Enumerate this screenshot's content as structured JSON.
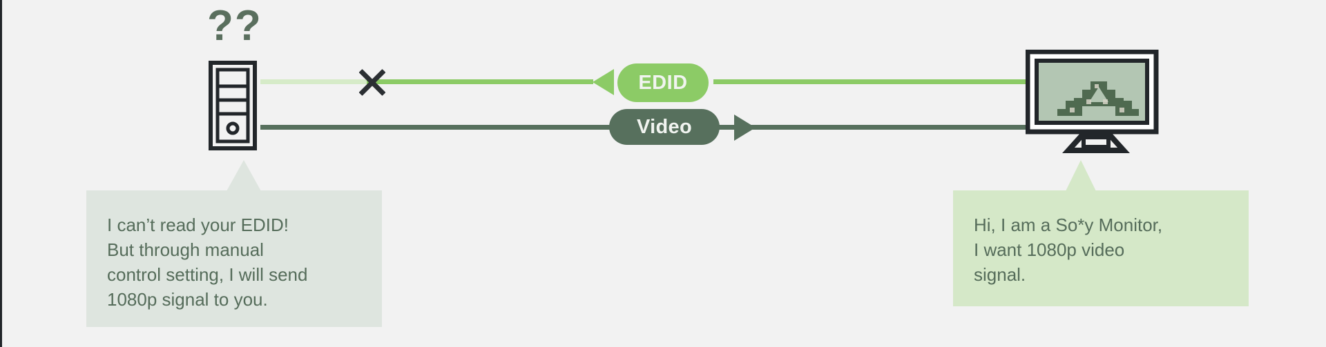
{
  "diagram": {
    "background_color": "#f2f2f2",
    "accent_green": "#8ccb66",
    "accent_dark_green": "#57705d",
    "text_color": "#556c5a"
  },
  "source": {
    "icon": "pc-tower-icon",
    "status_marks": "??",
    "status_meaning": "unknown-edid"
  },
  "sink": {
    "icon": "monitor-icon",
    "screen_image": "pixelated-mountain-arch"
  },
  "signals": [
    {
      "id": "edid",
      "label": "EDID",
      "direction": "right-to-left",
      "blocked": true,
      "block_marker": "x-icon",
      "pill_color": "#8ccb66",
      "line_color_active": "#8ccb66",
      "line_color_blocked": "#d6ebc8"
    },
    {
      "id": "video",
      "label": "Video",
      "direction": "left-to-right",
      "blocked": false,
      "pill_color": "#57705d",
      "line_color_active": "#57705d"
    }
  ],
  "bubbles": {
    "left": {
      "speaker": "pc-tower",
      "text": "I can’t read your EDID!\nBut through manual\ncontrol setting, I will send\n1080p signal to you.",
      "background": "#dee5df"
    },
    "right": {
      "speaker": "monitor",
      "text": "Hi, I am a So*y Monitor,\nI want 1080p video\nsignal.",
      "background": "#d5e8c8"
    }
  }
}
